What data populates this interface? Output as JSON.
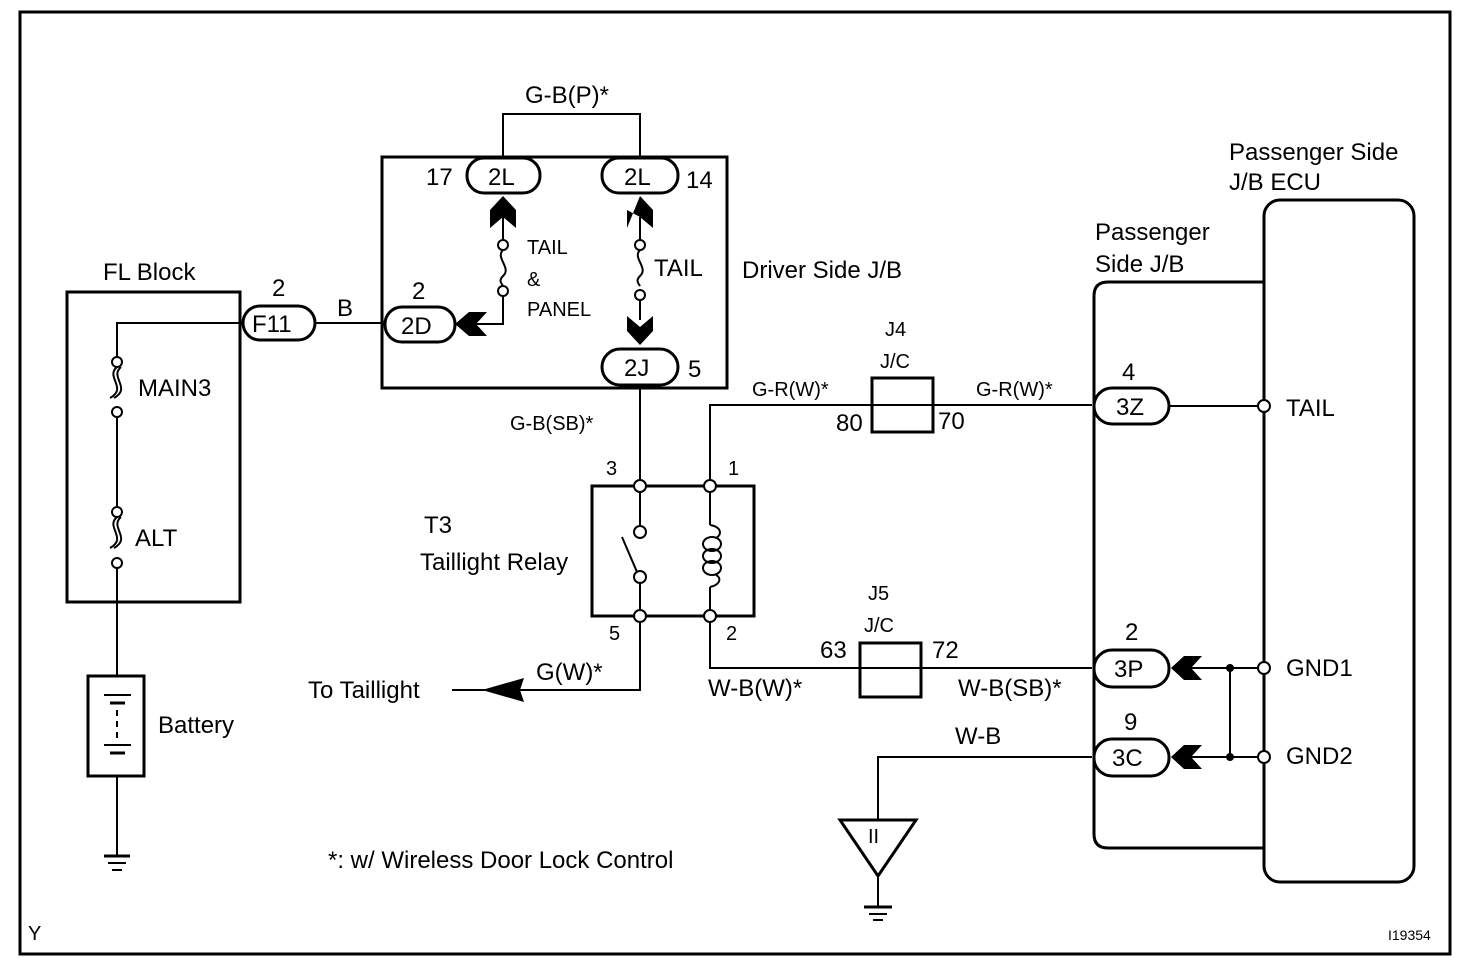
{
  "diagram": {
    "figure_id": "I19354",
    "corner_mark": "Y",
    "footnote": "*: w/ Wireless Door Lock Control",
    "components": {
      "fl_block": {
        "title": "FL Block",
        "fuses": [
          "MAIN3",
          "ALT"
        ]
      },
      "battery": {
        "label": "Battery"
      },
      "driver_jb": {
        "title": "Driver Side J/B",
        "fuse_left": [
          "TAIL",
          "&",
          "PANEL"
        ],
        "fuse_right": "TAIL"
      },
      "relay": {
        "id": "T3",
        "name": "Taillight Relay",
        "pins": [
          "3",
          "1",
          "5",
          "2"
        ]
      },
      "j4": {
        "id": "J4",
        "type": "J/C",
        "pin_in": "80",
        "pin_out": "70"
      },
      "j5": {
        "id": "J5",
        "type": "J/C",
        "pin_in": "63",
        "pin_out": "72"
      },
      "passenger_jb": {
        "title_line1": "Passenger",
        "title_line2": "Side J/B"
      },
      "passenger_ecu": {
        "title_line1": "Passenger Side",
        "title_line2": "J/B ECU",
        "terminals": [
          "TAIL",
          "GND1",
          "GND2"
        ]
      },
      "ground_point": {
        "label": "II"
      }
    },
    "connectors": [
      {
        "id": "F11",
        "pin": "2"
      },
      {
        "id": "2D",
        "pin": "2"
      },
      {
        "id": "2L",
        "pin": "17"
      },
      {
        "id": "2L",
        "pin": "14"
      },
      {
        "id": "2J",
        "pin": "5"
      },
      {
        "id": "3Z",
        "pin": "4"
      },
      {
        "id": "3P",
        "pin": "2"
      },
      {
        "id": "3C",
        "pin": "9"
      }
    ],
    "wires": {
      "fl_to_jb": "B",
      "jumper_2l": "G-B(P)*",
      "jb_to_relay": "G-B(SB)*",
      "relay_to_j4": "G-R(W)*",
      "j4_to_3z": "G-R(W)*",
      "relay_to_taillight": "G(W)*",
      "relay_to_j5": "W-B(W)*",
      "j5_to_3p": "W-B(SB)*",
      "ground_to_3c": "W-B"
    },
    "to_taillight": "To Taillight"
  }
}
